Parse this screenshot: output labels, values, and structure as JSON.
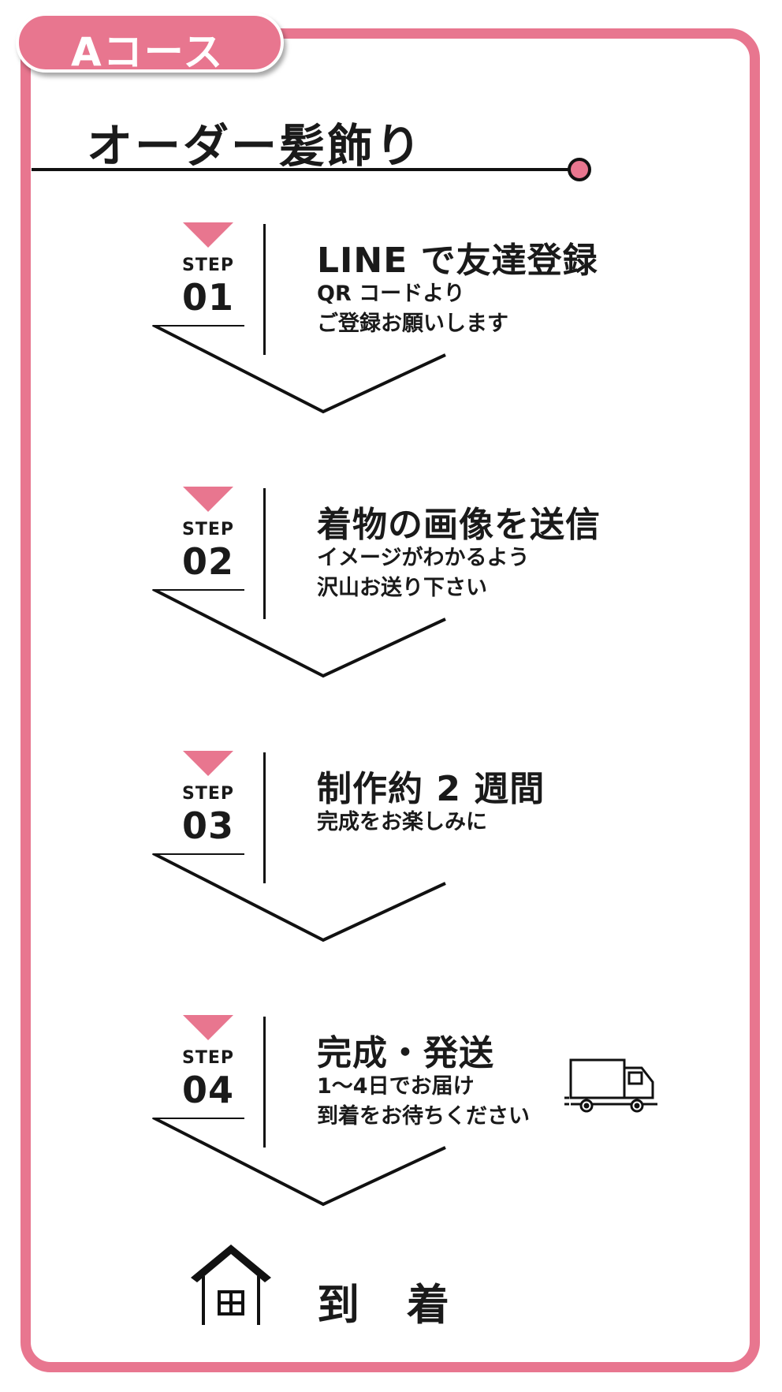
{
  "course": {
    "label": "Aコース"
  },
  "title": "オーダー髪飾り",
  "colors": {
    "accent": "#e8768f",
    "text": "#111111"
  },
  "steps": [
    {
      "label": "STEP",
      "number": "01",
      "heading": "LINE で友達登録",
      "desc": [
        "QR コードより",
        "ご登録お願いします"
      ]
    },
    {
      "label": "STEP",
      "number": "02",
      "heading": "着物の画像を送信",
      "desc": [
        "イメージがわかるよう",
        "沢山お送り下さい"
      ]
    },
    {
      "label": "STEP",
      "number": "03",
      "heading": "制作約 2 週間",
      "desc": [
        "完成をお楽しみに",
        ""
      ]
    },
    {
      "label": "STEP",
      "number": "04",
      "heading": "完成・発送",
      "desc": [
        "1～4日でお届け",
        "到着をお待ちください"
      ]
    }
  ],
  "icons": {
    "step_marker": "triangle-down-icon",
    "truck": "truck-icon",
    "house": "house-icon"
  },
  "arrival": "到着"
}
